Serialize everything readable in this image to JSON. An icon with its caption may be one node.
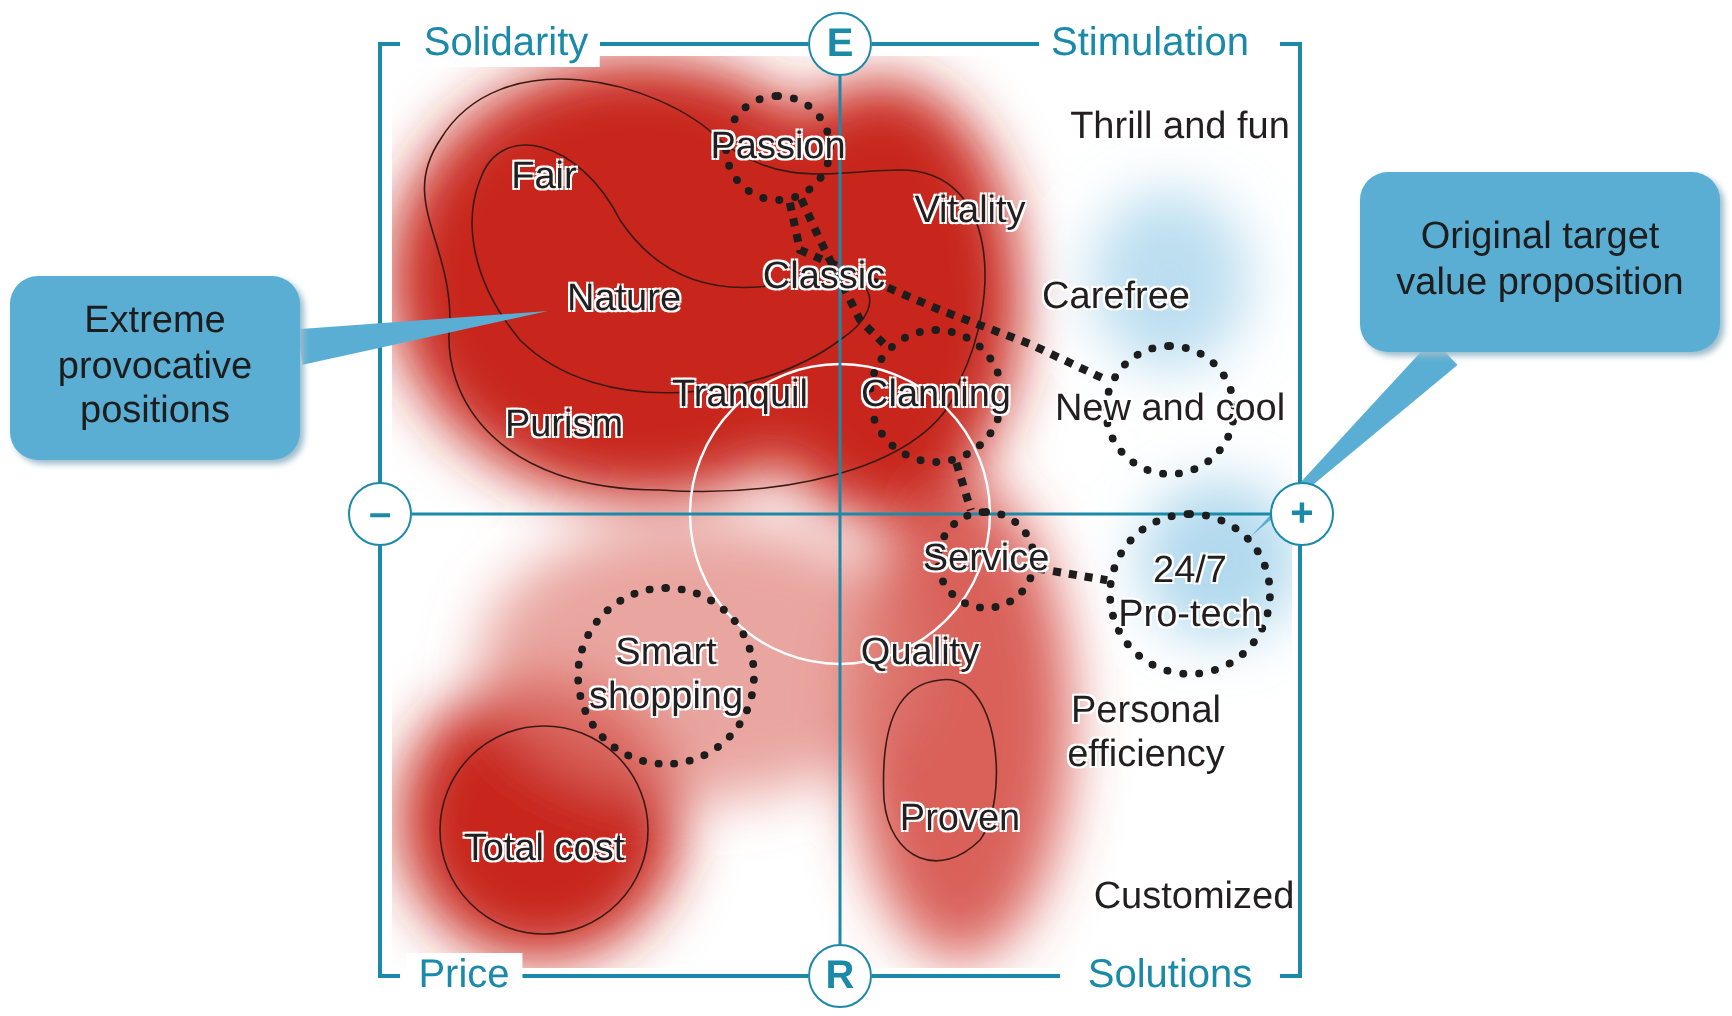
{
  "diagram": {
    "nodes": [
      {
        "text": [
          "Extreme provocative positions"
        ]
      },
      {
        "text": [
          "Original target value proposition"
        ]
      },
      {
        "text": [
          "Nature"
        ]
      },
      {
        "text": [
          "E"
        ]
      },
      {
        "text": [
          "R"
        ]
      },
      {
        "text": [
          "–"
        ]
      },
      {
        "text": [
          "+"
        ]
      },
      {
        "text": [
          "Passion"
        ]
      },
      {
        "text": [
          "Clanning"
        ]
      },
      {
        "text": [
          "New and cool"
        ]
      },
      {
        "text": [
          "Service"
        ]
      },
      {
        "text": [
          "24/7 Pro-tech"
        ]
      },
      {
        "text": [
          "Smart shopping"
        ]
      }
    ],
    "edges": [
      {
        "from": 0,
        "to": 2,
        "arrow": "none"
      },
      {
        "from": 1,
        "to": 11,
        "arrow": "none"
      },
      {
        "from": 7,
        "to": 8,
        "arrow": "none",
        "style": "dashed"
      },
      {
        "from": 7,
        "to": 9,
        "arrow": "none",
        "style": "dashed"
      },
      {
        "from": 8,
        "to": 10,
        "arrow": "none",
        "style": "dashed"
      },
      {
        "from": 10,
        "to": 11,
        "arrow": "none",
        "style": "dashed"
      },
      {
        "from": 3,
        "to": 4,
        "arrow": "none",
        "color": "#1a8aa8"
      },
      {
        "from": 5,
        "to": 6,
        "arrow": "none",
        "color": "#1a8aa8"
      }
    ],
    "labels": [
      "Solidarity",
      "Stimulation",
      "Thrill and fun",
      "Fair",
      "Vitality",
      "Classic",
      "Carefree",
      "Tranquil",
      "Purism",
      "Quality",
      "Personal efficiency",
      "Proven",
      "Total cost",
      "Customized",
      "Price",
      "Solutions"
    ]
  }
}
